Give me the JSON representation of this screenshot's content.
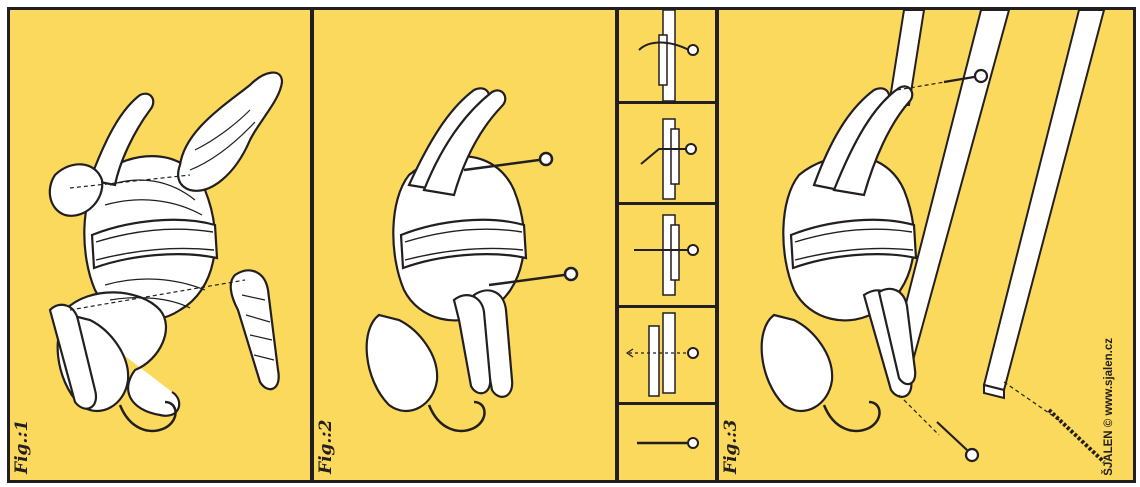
{
  "figures": {
    "fig1_label": "Fig.:1",
    "fig2_label": "Fig.:2",
    "fig3_label": "Fig.:3"
  },
  "credit": "ŠJALEN © www.sjalen.cz",
  "colors": {
    "background": "#fbd95c",
    "ink": "#231f20",
    "paper": "#ffffff"
  },
  "icons": [
    "elephant-body-icon",
    "elephant-leg-icon",
    "split-pin-icon",
    "wooden-strip-icon"
  ]
}
